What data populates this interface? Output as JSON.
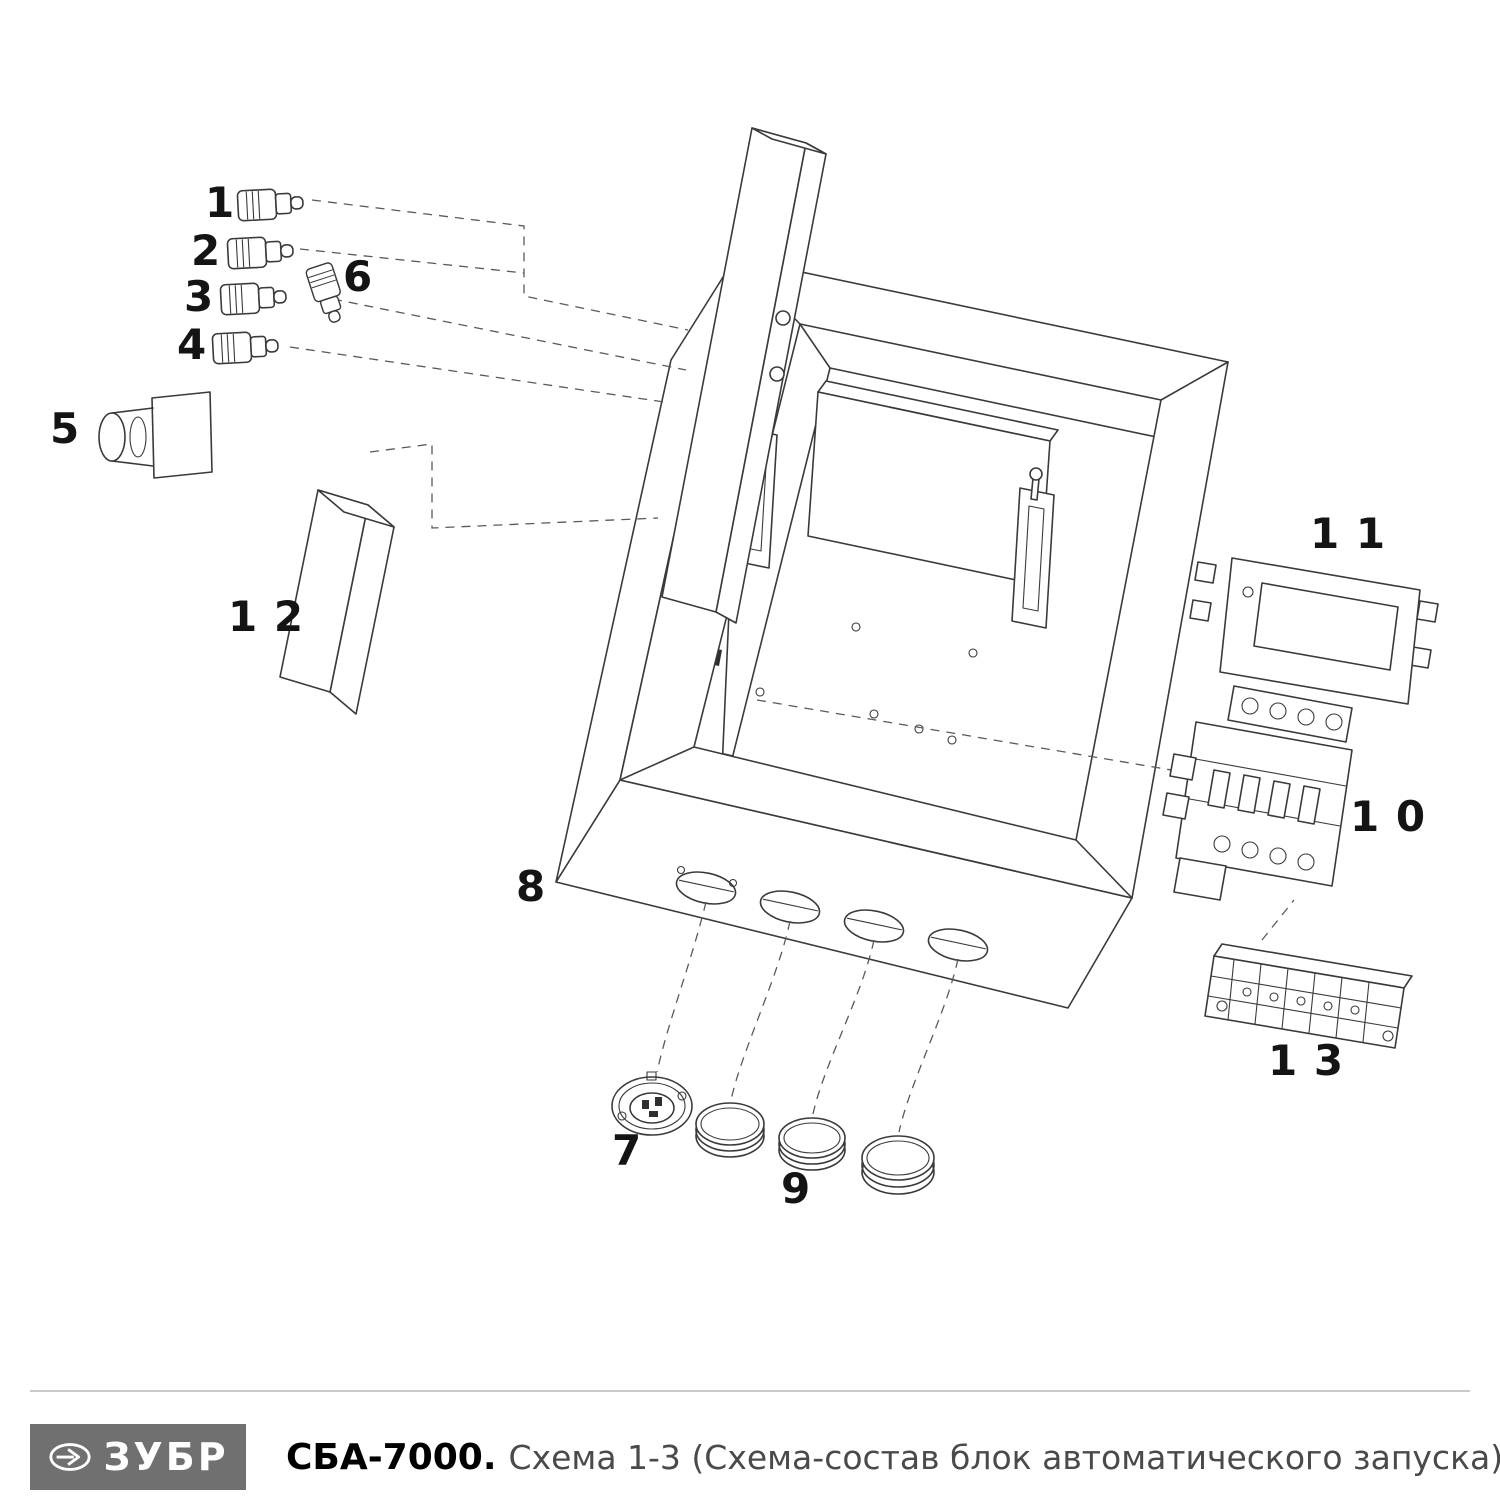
{
  "diagram": {
    "labels": {
      "p1": "1",
      "p2": "2",
      "p3": "3",
      "p4": "4",
      "p5": "5",
      "p6": "6",
      "p7": "7",
      "p8": "8",
      "p9": "9",
      "p10": "1 0",
      "p11": "1 1",
      "p12": "1 2",
      "p13": "1 3"
    }
  },
  "footer": {
    "logo_text": "ЗУБР",
    "model": "СБА-7000.",
    "caption": "Схема 1-3 (Схема-состав блок автоматического запуска)"
  },
  "colors": {
    "line": "#3a3a3a",
    "label": "#141414",
    "logo_bg": "#707070",
    "caption_text": "#4a4a4a",
    "divider": "#c9c9c9"
  }
}
